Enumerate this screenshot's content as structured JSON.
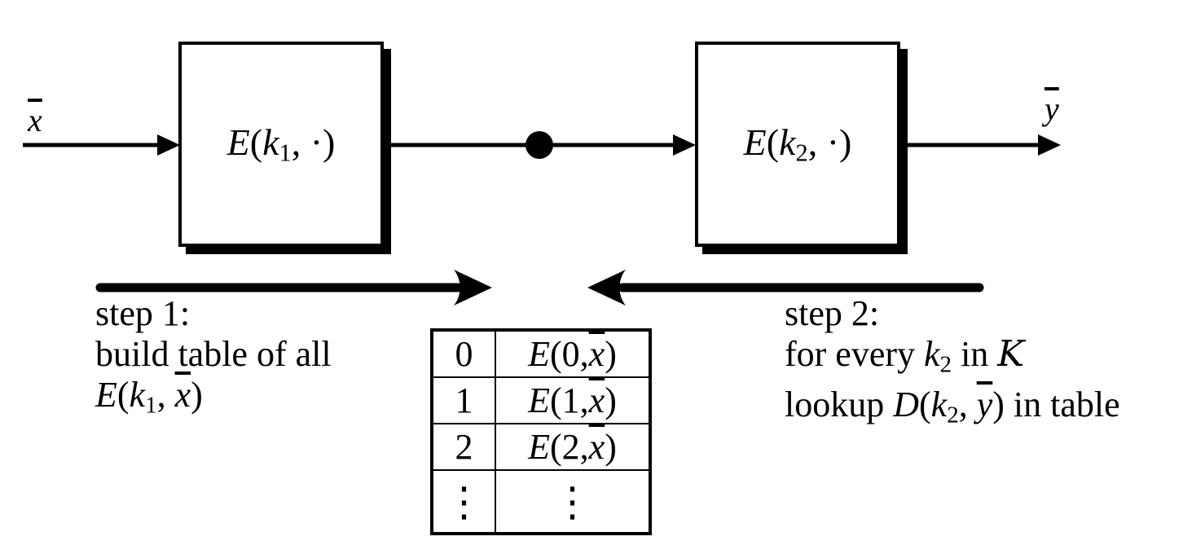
{
  "diagram": {
    "colors": {
      "ink": "#000000",
      "background": "#ffffff"
    },
    "input_label": [
      {
        "t": "x",
        "s": "ov"
      }
    ],
    "output_label": [
      {
        "t": "y",
        "s": "ov"
      }
    ],
    "box1_label": [
      {
        "t": "E",
        "s": "i"
      },
      {
        "t": "("
      },
      {
        "t": "k",
        "s": "i"
      },
      {
        "t": "1",
        "s": "sub"
      },
      {
        "t": ", "
      },
      {
        "t": "·"
      },
      {
        "t": ")"
      }
    ],
    "box2_label": [
      {
        "t": "E",
        "s": "i"
      },
      {
        "t": "("
      },
      {
        "t": "k",
        "s": "i"
      },
      {
        "t": "2",
        "s": "sub"
      },
      {
        "t": ", "
      },
      {
        "t": "·"
      },
      {
        "t": ")"
      }
    ],
    "step1": {
      "line1": "step 1:",
      "line2": "build table of all",
      "line3": [
        {
          "t": "E",
          "s": "i"
        },
        {
          "t": "("
        },
        {
          "t": "k",
          "s": "i"
        },
        {
          "t": "1",
          "s": "sub"
        },
        {
          "t": ", "
        },
        {
          "t": "x",
          "s": "ov"
        },
        {
          "t": ")"
        }
      ]
    },
    "step2": {
      "line1": "step 2:",
      "line2": [
        {
          "t": "for every "
        },
        {
          "t": "k",
          "s": "i"
        },
        {
          "t": "2",
          "s": "sub"
        },
        {
          "t": " in "
        },
        {
          "t": "K",
          "s": "script"
        }
      ],
      "line3": [
        {
          "t": "lookup "
        },
        {
          "t": "D",
          "s": "i"
        },
        {
          "t": "("
        },
        {
          "t": "k",
          "s": "i"
        },
        {
          "t": "2",
          "s": "sub"
        },
        {
          "t": ", "
        },
        {
          "t": "y",
          "s": "ov"
        },
        {
          "t": ") in table"
        }
      ]
    },
    "table": {
      "rows": [
        {
          "key": "0",
          "value": [
            {
              "t": "E",
              "s": "i"
            },
            {
              "t": "(0, "
            },
            {
              "t": "x",
              "s": "ov"
            },
            {
              "t": ")"
            }
          ]
        },
        {
          "key": "1",
          "value": [
            {
              "t": "E",
              "s": "i"
            },
            {
              "t": "(1, "
            },
            {
              "t": "x",
              "s": "ov"
            },
            {
              "t": ")"
            }
          ]
        },
        {
          "key": "2",
          "value": [
            {
              "t": "E",
              "s": "i"
            },
            {
              "t": "(2, "
            },
            {
              "t": "x",
              "s": "ov"
            },
            {
              "t": ")"
            }
          ]
        },
        {
          "key": "⋮",
          "value": [
            {
              "t": "⋮"
            }
          ]
        }
      ]
    }
  }
}
